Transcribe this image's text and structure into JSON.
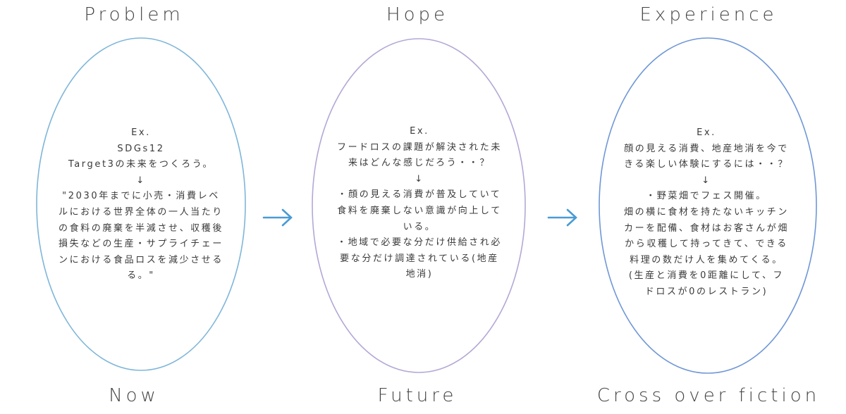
{
  "headings": {
    "top": [
      "Problem",
      "Hope",
      "Experience"
    ],
    "bottom": [
      "Now",
      "Future",
      "Cross over fiction"
    ]
  },
  "colors": {
    "ellipse1_stroke": "#7fb6d9",
    "ellipse2_stroke": "#b4a7d6",
    "ellipse3_stroke": "#6f97d6",
    "arrow": "#4a9bd4"
  },
  "cards": [
    {
      "lines": [
        "Ex.",
        "SDGs12",
        "Target3の未来をつくろう。",
        "↓",
        "\"2030年までに小売・消費レベ",
        "ルにおける世界全体の一人当たり",
        "の食料の廃棄を半減させ、収穫後",
        "損失などの生産・サプライチェー",
        "ンにおける食品ロスを減少させる",
        "る。\""
      ]
    },
    {
      "lines": [
        "Ex.",
        "フードロスの課題が解決された未",
        "来はどんな感じだろう・・？",
        "↓",
        "・顔の見える消費が普及していて",
        "食料を廃棄しない意識が向上して",
        "いる。",
        "・地域で必要な分だけ供給され必",
        "要な分だけ調達されている(地産",
        "地消)"
      ]
    },
    {
      "lines": [
        "Ex.",
        "顔の見える消費、地産地消を今で",
        "きる楽しい体験にするには・・？",
        "↓",
        "・野菜畑でフェス開催。",
        "畑の横に食材を持たないキッチン",
        "カーを配備、食材はお客さんが畑",
        "から収穫して持ってきて、できる",
        "料理の数だけ人を集めてくる。",
        "(生産と消費を0距離にして、フ",
        "ドロスが0のレストラン)"
      ]
    }
  ]
}
